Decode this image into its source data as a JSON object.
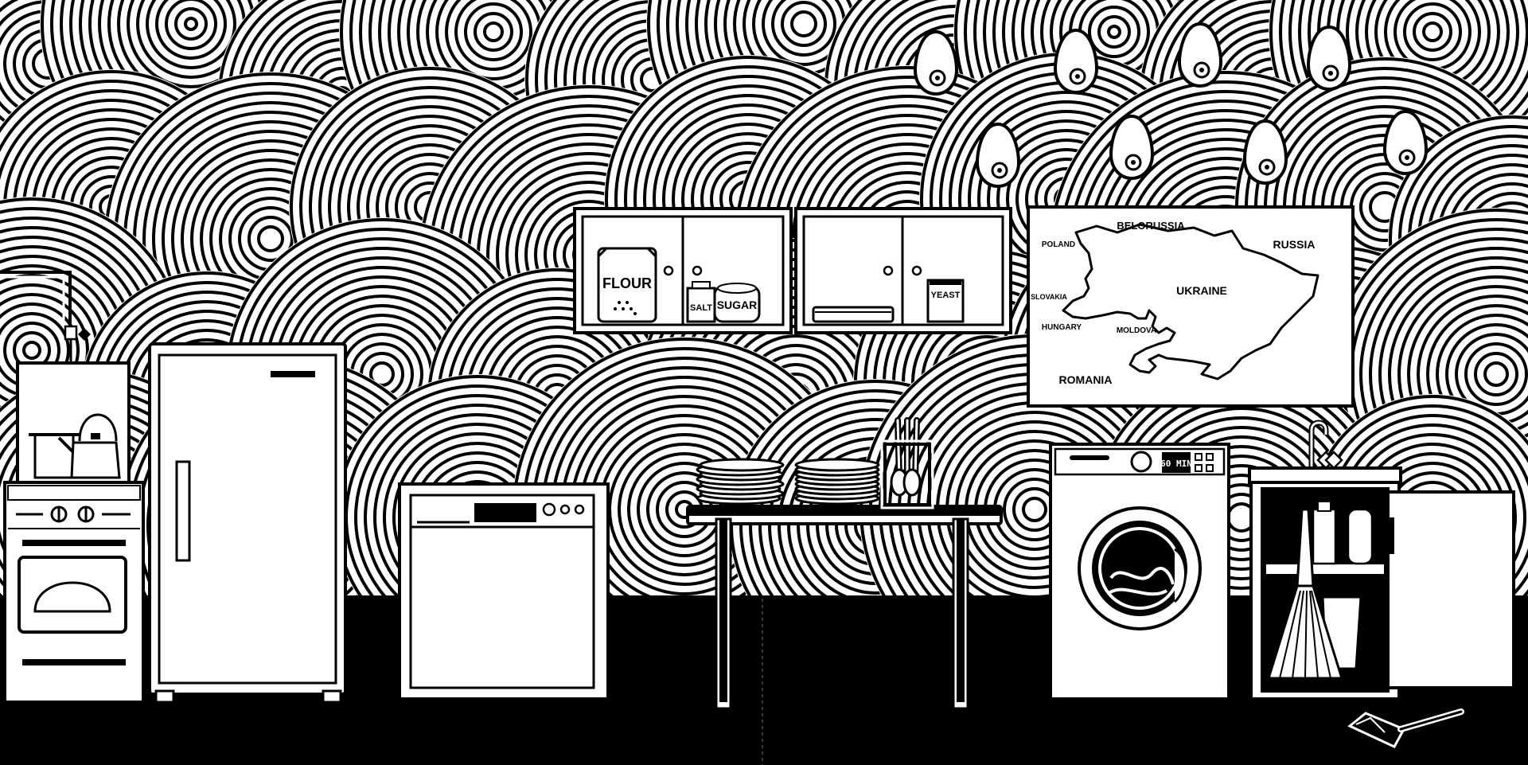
{
  "colors": {
    "ink": "#000000",
    "paper": "#ffffff"
  },
  "shelf": {
    "flour_label": "FLOUR",
    "salt_label": "SALT",
    "sugar_label": "SUGAR",
    "yeast_label": "YEAST"
  },
  "map": {
    "belarus": "BELORUSSIA",
    "russia": "RUSSIA",
    "poland": "POLAND",
    "slovakia": "SLOVAKIA",
    "hungary": "HUNGARY",
    "moldova": "MOLDOVA",
    "ukraine": "UKRAINE",
    "romania": "ROMANIA"
  },
  "washing_machine": {
    "display": "60 MIN"
  },
  "icons": [
    "stove-icon",
    "kettle-icon",
    "refrigerator-icon",
    "dishwasher-icon",
    "plates-icon",
    "utensil-cup-icon",
    "washing-machine-icon",
    "sink-cabinet-icon",
    "broom-icon",
    "dustpan-icon",
    "map-icon",
    "eggs-icon"
  ]
}
